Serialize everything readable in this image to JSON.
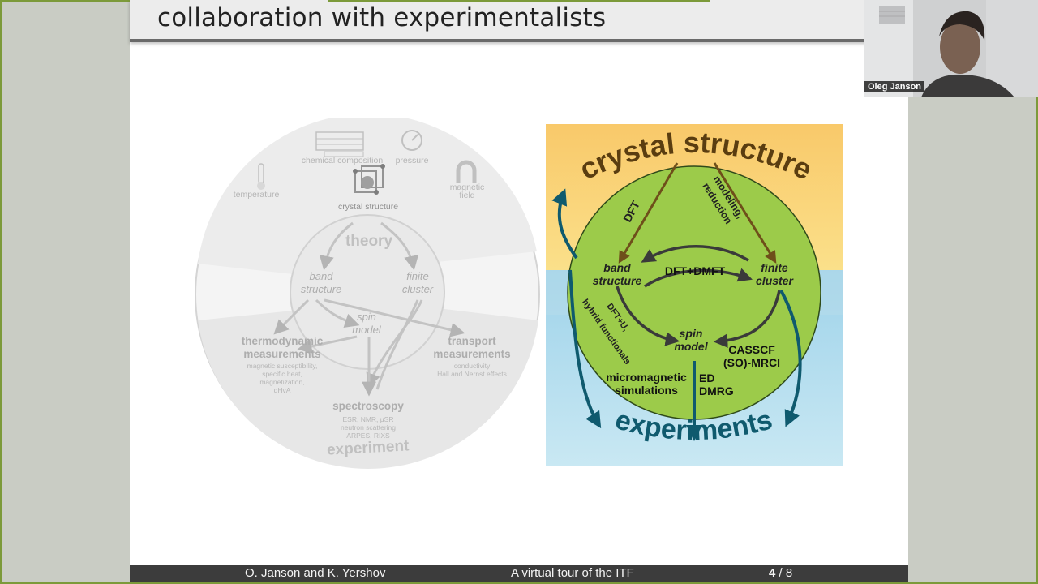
{
  "slide": {
    "title": "collaboration with experimentalists",
    "footer": {
      "authors": "O. Janson and K. Yershov",
      "talk_title": "A virtual tour of the ITF",
      "page_current": "4",
      "page_total": "/ 8"
    }
  },
  "video": {
    "participant_name": "Oleg Janson"
  },
  "left_diagram": {
    "chemical_composition": "chemical composition",
    "pressure": "pressure",
    "temperature": "temperature",
    "magnetic_field_1": "magnetic",
    "magnetic_field_2": "field",
    "crystal_structure": "crystal structure",
    "theory": "theory",
    "band_1": "band",
    "band_2": "structure",
    "finite_1": "finite",
    "finite_2": "cluster",
    "spin_1": "spin",
    "spin_2": "model",
    "thermo_1": "thermodynamic",
    "thermo_2": "measurements",
    "thermo_d1": "magnetic susceptibility,",
    "thermo_d2": "specific heat,",
    "thermo_d3": "magnetization,",
    "thermo_d4": "dHvA",
    "transport_1": "transport",
    "transport_2": "measurements",
    "transport_d1": "conductivity",
    "transport_d2": "Hall and Nernst effects",
    "spectroscopy": "spectroscopy",
    "spec_d1": "ESR, NMR, μSR",
    "spec_d2": "neutron scattering",
    "spec_d3": "ARPES, RIXS",
    "experiment": "experiment"
  },
  "right_diagram": {
    "crystal_structure": "crystal structure",
    "experiments": "experiments",
    "dft": "DFT",
    "modeling_1": "modeling,",
    "modeling_2": "reduction",
    "band_1": "band",
    "band_2": "structure",
    "finite_1": "finite",
    "finite_2": "cluster",
    "dft_dmft": "DFT+DMFT",
    "dftu_1": "DFT+U,",
    "dftu_2": "hybrid functionals",
    "spin_1": "spin",
    "spin_2": "model",
    "casscf_1": "CASSCF",
    "casscf_2": "(SO)-MRCI",
    "micromag_1": "micromagnetic",
    "micromag_2": "simulations",
    "ed": "ED",
    "dmrg": "DMRG"
  },
  "colors": {
    "accent": "#7c9a3a",
    "brown_arrow": "#6e4f1a",
    "dark_arrow": "#3a3a3a",
    "teal_arrow": "#0f5a6e",
    "green_circle": "#9ccb4a"
  }
}
